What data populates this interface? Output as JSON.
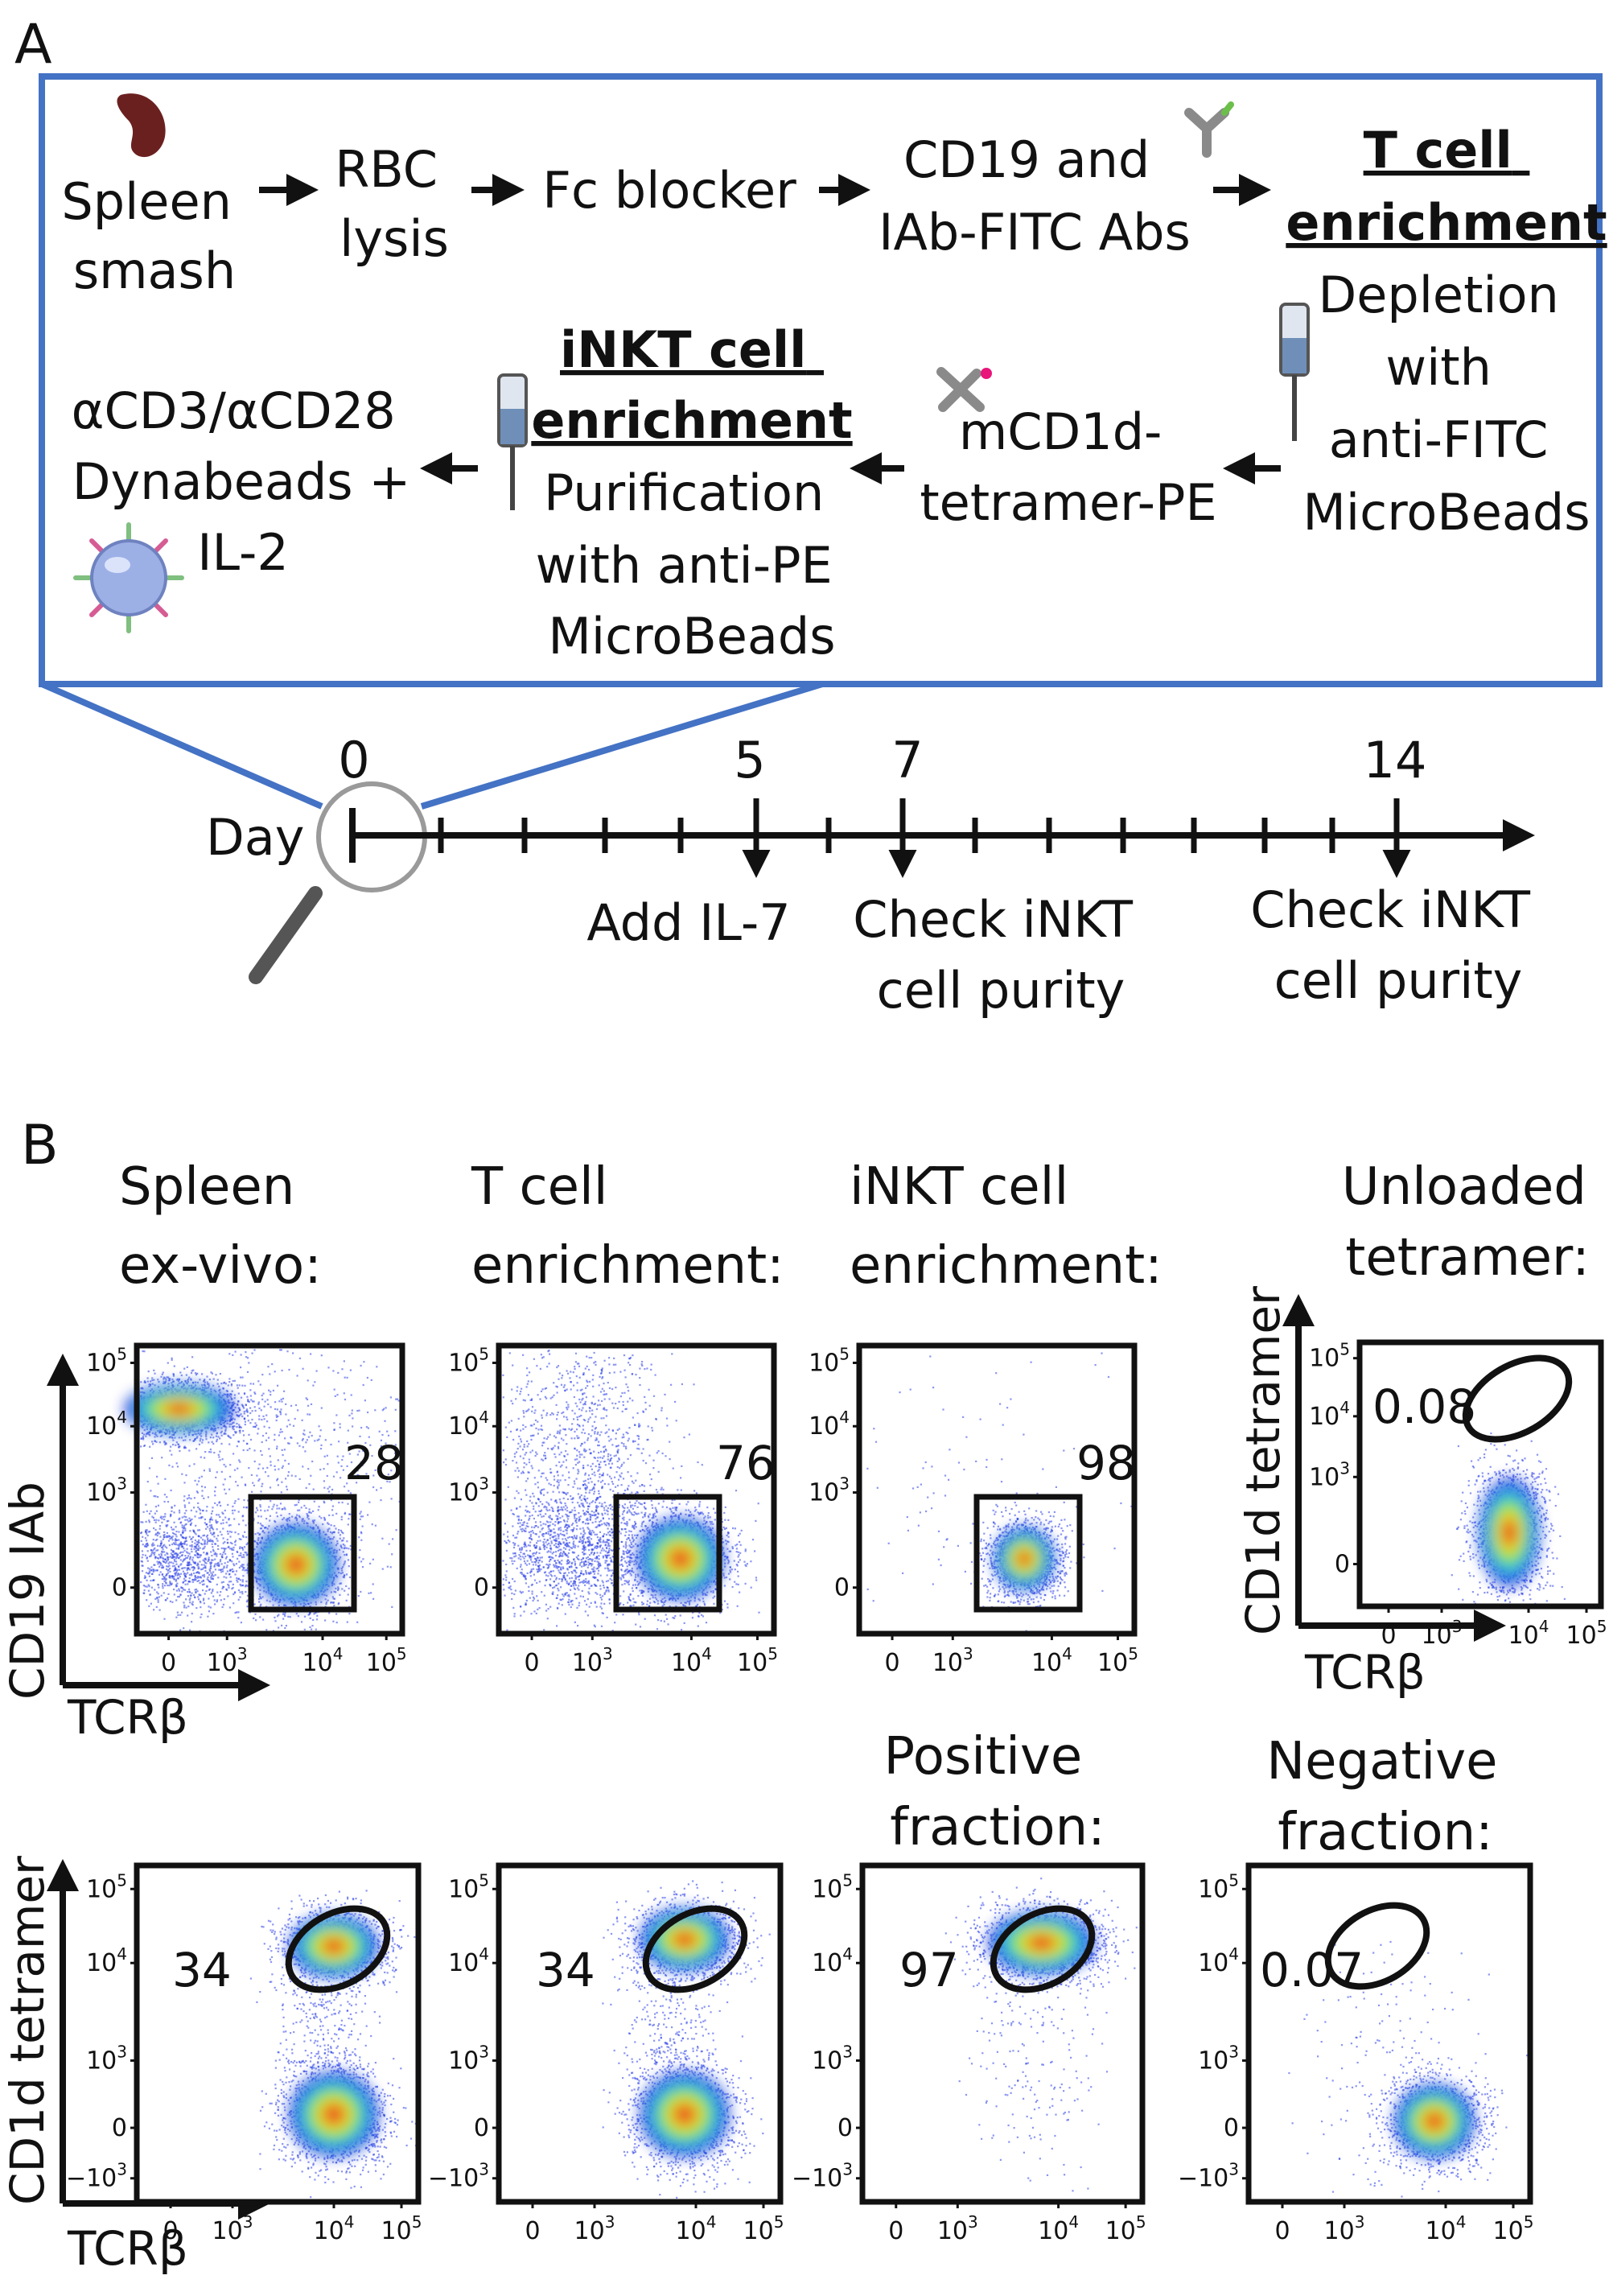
{
  "panel_a": {
    "label": "A",
    "steps_row1": {
      "spleen": [
        "Spleen",
        "smash"
      ],
      "rbc": [
        "RBC",
        "lysis"
      ],
      "fc": "Fc blocker",
      "cd19": [
        "CD19 and",
        "IAb-FITC Abs"
      ],
      "tcell_title": [
        "T cell",
        "enrichment"
      ]
    },
    "steps_row2": {
      "depletion": [
        "Depletion",
        "with",
        "anti-FITC",
        "MicroBeads"
      ],
      "tetramer": [
        "mCD1d-",
        "tetramer-PE"
      ],
      "inkt_title": [
        "iNKT cell",
        "enrichment"
      ],
      "purification": [
        "Purification",
        "with anti-PE",
        "MicroBeads"
      ],
      "dynabeads": [
        "αCD3/αCD28",
        "Dynabeads +",
        "IL-2"
      ]
    },
    "timeline": {
      "day_label": "Day",
      "marks": [
        {
          "day": "0",
          "note": []
        },
        {
          "day": "5",
          "note": [
            "Add IL-7"
          ]
        },
        {
          "day": "7",
          "note": [
            "Check iNKT",
            "cell purity"
          ]
        },
        {
          "day": "14",
          "note": [
            "Check iNKT",
            "cell purity"
          ]
        }
      ]
    },
    "colors": {
      "box_border": "#4472C4"
    }
  },
  "panel_b": {
    "label": "B",
    "headers": {
      "spleen": [
        "Spleen",
        "ex-vivo:"
      ],
      "tcell": [
        "T cell",
        "enrichment:"
      ],
      "inkt": [
        "iNKT cell",
        "enrichment:"
      ],
      "unloaded": [
        "Unloaded",
        "tetramer:"
      ],
      "positive": [
        "Positive",
        "fraction:"
      ],
      "negative": [
        "Negative",
        "fraction:"
      ]
    },
    "axis_labels": {
      "cd19": "CD19  IAb",
      "tcrb": "TCRβ",
      "cd1d": "CD1d tetramer"
    },
    "tick_labels": {
      "zero": "0",
      "base": "10",
      "exp3": "3",
      "exp4": "4",
      "exp5": "5",
      "neg": "−10"
    }
  },
  "chart_data": [
    {
      "type": "scatter",
      "title": "Spleen ex-vivo:",
      "xlabel": "TCRβ",
      "ylabel": "CD19  IAb",
      "gate": "rectangle",
      "gate_value": "28"
    },
    {
      "type": "scatter",
      "title": "T cell enrichment:",
      "xlabel": "TCRβ",
      "ylabel": "CD19  IAb",
      "gate": "rectangle",
      "gate_value": "76"
    },
    {
      "type": "scatter",
      "title": "iNKT cell enrichment:",
      "xlabel": "TCRβ",
      "ylabel": "CD19  IAb",
      "gate": "rectangle",
      "gate_value": "98"
    },
    {
      "type": "scatter",
      "title": "Unloaded tetramer:",
      "xlabel": "TCRβ",
      "ylabel": "CD1d tetramer",
      "gate": "ellipse",
      "gate_value": "0.08"
    },
    {
      "type": "scatter",
      "title": "Spleen ex-vivo:",
      "xlabel": "TCRβ",
      "ylabel": "CD1d tetramer",
      "gate": "ellipse",
      "gate_value": "34"
    },
    {
      "type": "scatter",
      "title": "T cell enrichment:",
      "xlabel": "TCRβ",
      "ylabel": "CD1d tetramer",
      "gate": "ellipse",
      "gate_value": "34"
    },
    {
      "type": "scatter",
      "title": "Positive fraction:",
      "xlabel": "TCRβ",
      "ylabel": "CD1d tetramer",
      "gate": "ellipse",
      "gate_value": "97"
    },
    {
      "type": "scatter",
      "title": "Negative fraction:",
      "xlabel": "TCRβ",
      "ylabel": "CD1d tetramer",
      "gate": "ellipse",
      "gate_value": "0.07"
    }
  ]
}
